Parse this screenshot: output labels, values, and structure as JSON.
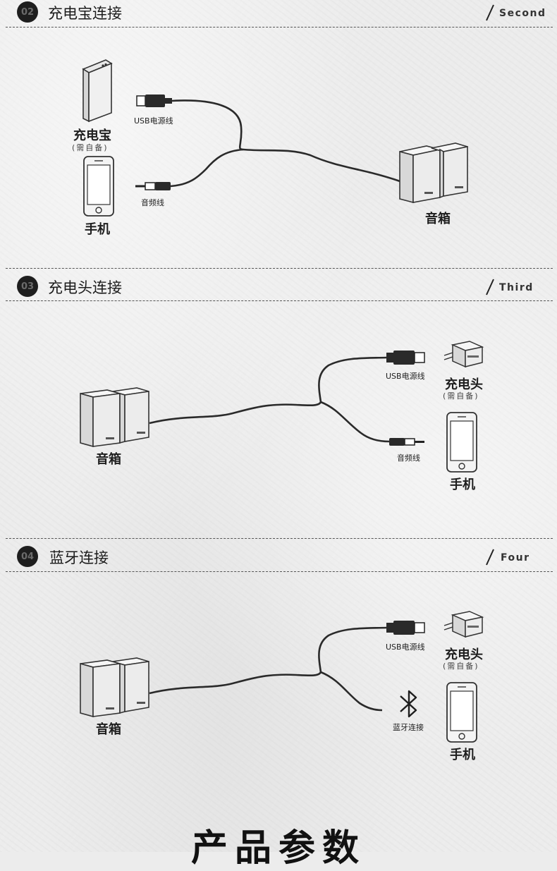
{
  "sections": [
    {
      "number": "02",
      "title": "充电宝连接",
      "english": "Second",
      "labels": {
        "power_bank": "充电宝",
        "power_bank_note": "(需自备)",
        "usb_cable": "USB电源线",
        "phone": "手机",
        "audio_cable": "音频线",
        "speaker": "音箱"
      }
    },
    {
      "number": "03",
      "title": "充电头连接",
      "english": "Third",
      "labels": {
        "speaker": "音箱",
        "usb_cable": "USB电源线",
        "charger": "充电头",
        "charger_note": "(需自备)",
        "audio_cable": "音频线",
        "phone": "手机"
      }
    },
    {
      "number": "04",
      "title": "蓝牙连接",
      "english": "Four",
      "labels": {
        "speaker": "音箱",
        "usb_cable": "USB电源线",
        "charger": "充电头",
        "charger_note": "(需自备)",
        "bluetooth": "蓝牙连接",
        "phone": "手机"
      }
    }
  ],
  "footer": {
    "title": "产品参数"
  }
}
